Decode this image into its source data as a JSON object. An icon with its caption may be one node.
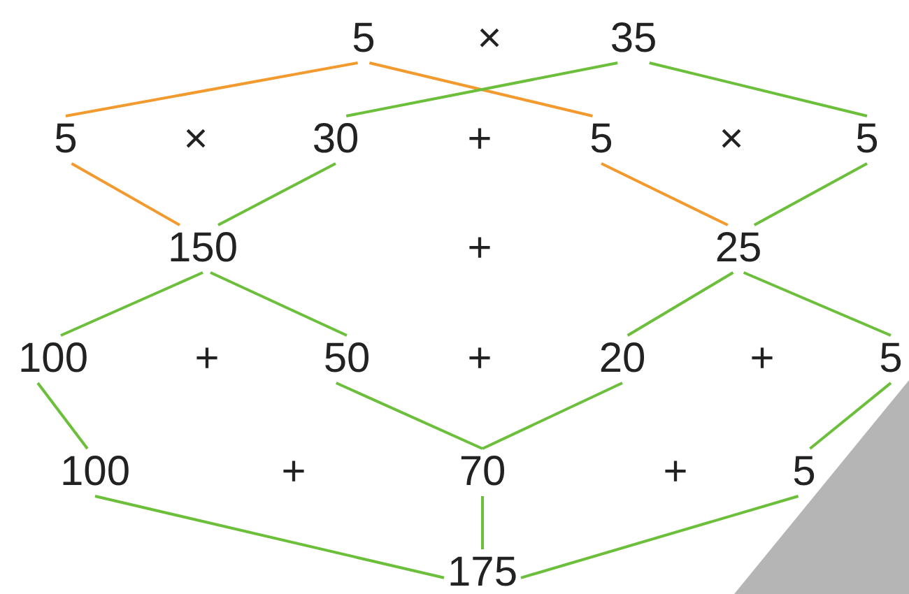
{
  "diagram": {
    "nodes": [
      {
        "text": [
          "5"
        ]
      },
      {
        "text": [
          "35"
        ]
      },
      {
        "text": [
          "5"
        ]
      },
      {
        "text": [
          "30"
        ]
      },
      {
        "text": [
          "5"
        ]
      },
      {
        "text": [
          "5"
        ]
      },
      {
        "text": [
          "150"
        ]
      },
      {
        "text": [
          "25"
        ]
      },
      {
        "text": [
          "100"
        ]
      },
      {
        "text": [
          "50"
        ]
      },
      {
        "text": [
          "20"
        ]
      },
      {
        "text": [
          "5"
        ]
      },
      {
        "text": [
          "100"
        ]
      },
      {
        "text": [
          "70"
        ]
      },
      {
        "text": [
          "5"
        ]
      },
      {
        "text": [
          "175"
        ]
      }
    ],
    "edges": [
      {
        "from": 0,
        "to": 2,
        "arrow": "none",
        "color": "#f29a2e"
      },
      {
        "from": 0,
        "to": 4,
        "arrow": "none",
        "color": "#f29a2e"
      },
      {
        "from": 1,
        "to": 3,
        "arrow": "none"
      },
      {
        "from": 1,
        "to": 5,
        "arrow": "none"
      },
      {
        "from": 2,
        "to": 6,
        "arrow": "none",
        "color": "#f29a2e"
      },
      {
        "from": 3,
        "to": 6,
        "arrow": "none"
      },
      {
        "from": 4,
        "to": 7,
        "arrow": "none",
        "color": "#f29a2e"
      },
      {
        "from": 5,
        "to": 7,
        "arrow": "none"
      },
      {
        "from": 6,
        "to": 8,
        "arrow": "none"
      },
      {
        "from": 6,
        "to": 9,
        "arrow": "none"
      },
      {
        "from": 7,
        "to": 10,
        "arrow": "none"
      },
      {
        "from": 7,
        "to": 11,
        "arrow": "none"
      },
      {
        "from": 8,
        "to": 12,
        "arrow": "none"
      },
      {
        "from": 9,
        "to": 13,
        "arrow": "none"
      },
      {
        "from": 10,
        "to": 13,
        "arrow": "none"
      },
      {
        "from": 11,
        "to": 14,
        "arrow": "none"
      },
      {
        "from": 12,
        "to": 15,
        "arrow": "none"
      },
      {
        "from": 13,
        "to": 15,
        "arrow": "none"
      },
      {
        "from": 14,
        "to": 15,
        "arrow": "none"
      }
    ],
    "labels": [
      "×",
      "×",
      "+",
      "×",
      "+",
      "+",
      "+",
      "+",
      "+",
      "+"
    ]
  }
}
